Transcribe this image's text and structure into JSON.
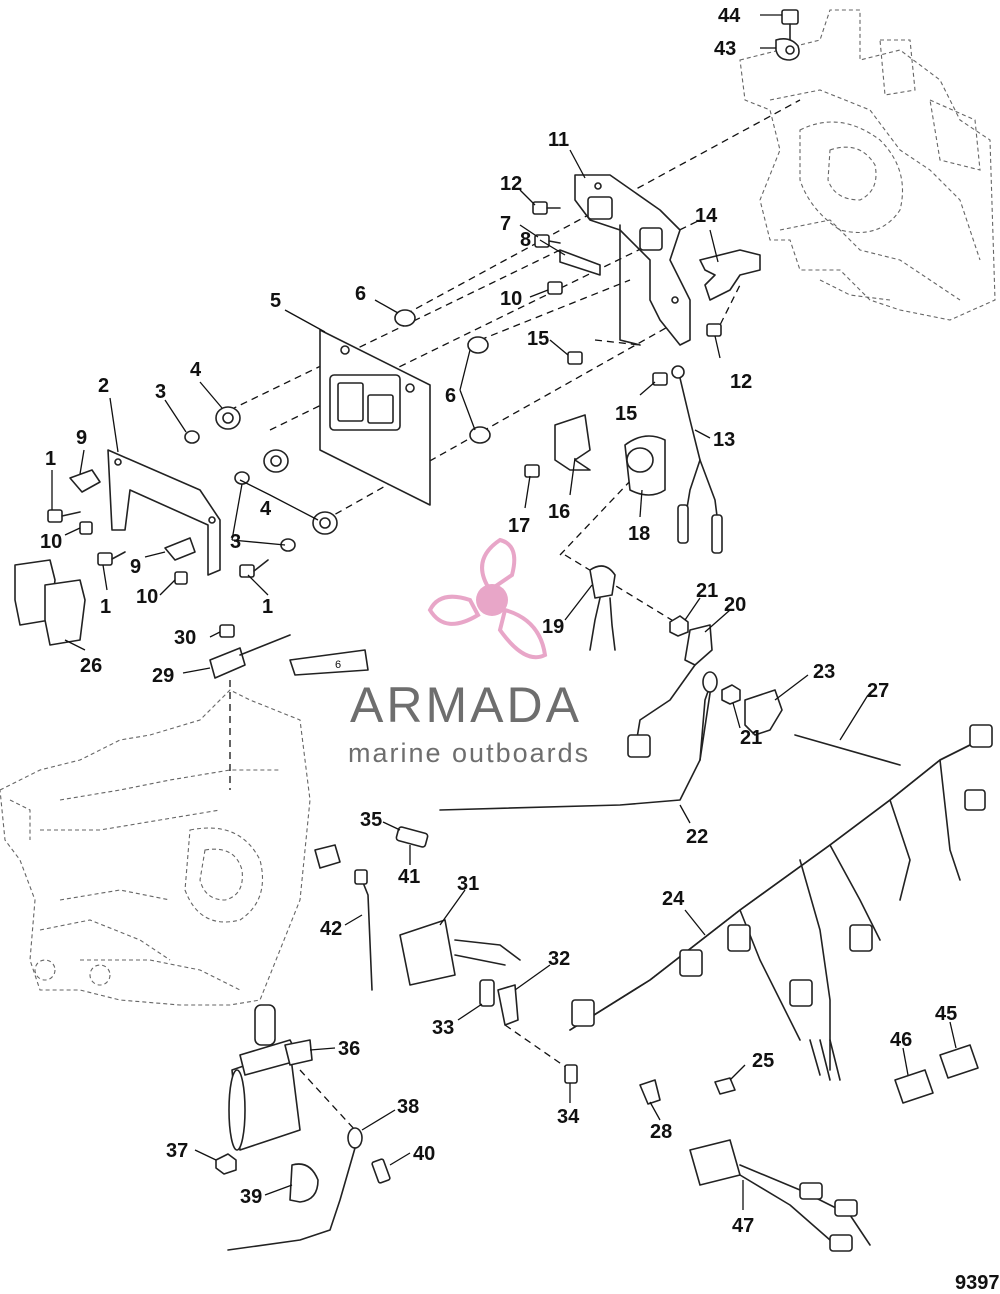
{
  "diagram": {
    "figure_number": "9397",
    "watermark": {
      "brand": "ARMADA",
      "tagline": "marine outboards",
      "accent": "#e8a6c8"
    },
    "callouts": [
      {
        "id": "c44",
        "label": "44"
      },
      {
        "id": "c43",
        "label": "43"
      },
      {
        "id": "c11",
        "label": "11"
      },
      {
        "id": "c12a",
        "label": "12"
      },
      {
        "id": "c14",
        "label": "14"
      },
      {
        "id": "c8",
        "label": "8"
      },
      {
        "id": "c7",
        "label": "7"
      },
      {
        "id": "c10a",
        "label": "10"
      },
      {
        "id": "c6a",
        "label": "6"
      },
      {
        "id": "c5",
        "label": "5"
      },
      {
        "id": "c15a",
        "label": "15"
      },
      {
        "id": "c12b",
        "label": "12"
      },
      {
        "id": "c15b",
        "label": "15"
      },
      {
        "id": "c13",
        "label": "13"
      },
      {
        "id": "c2",
        "label": "2"
      },
      {
        "id": "c3a",
        "label": "3"
      },
      {
        "id": "c4a",
        "label": "4"
      },
      {
        "id": "c6b",
        "label": "6"
      },
      {
        "id": "c9a",
        "label": "9"
      },
      {
        "id": "c1a",
        "label": "1"
      },
      {
        "id": "c10b",
        "label": "10"
      },
      {
        "id": "c4b",
        "label": "4"
      },
      {
        "id": "c3b",
        "label": "3"
      },
      {
        "id": "c16",
        "label": "16"
      },
      {
        "id": "c17",
        "label": "17"
      },
      {
        "id": "c18",
        "label": "18"
      },
      {
        "id": "c9b",
        "label": "9"
      },
      {
        "id": "c1b",
        "label": "1"
      },
      {
        "id": "c10c",
        "label": "10"
      },
      {
        "id": "c1c",
        "label": "1"
      },
      {
        "id": "c26",
        "label": "26"
      },
      {
        "id": "c21a",
        "label": "21"
      },
      {
        "id": "c20",
        "label": "20"
      },
      {
        "id": "c19",
        "label": "19"
      },
      {
        "id": "c30",
        "label": "30"
      },
      {
        "id": "c29",
        "label": "29"
      },
      {
        "id": "c23",
        "label": "23"
      },
      {
        "id": "c27",
        "label": "27"
      },
      {
        "id": "c21b",
        "label": "21"
      },
      {
        "id": "c22",
        "label": "22"
      },
      {
        "id": "c35",
        "label": "35"
      },
      {
        "id": "c41",
        "label": "41"
      },
      {
        "id": "c31",
        "label": "31"
      },
      {
        "id": "c24",
        "label": "24"
      },
      {
        "id": "c42",
        "label": "42"
      },
      {
        "id": "c32",
        "label": "32"
      },
      {
        "id": "c33",
        "label": "33"
      },
      {
        "id": "c45",
        "label": "45"
      },
      {
        "id": "c46",
        "label": "46"
      },
      {
        "id": "c36",
        "label": "36"
      },
      {
        "id": "c25",
        "label": "25"
      },
      {
        "id": "c34",
        "label": "34"
      },
      {
        "id": "c28",
        "label": "28"
      },
      {
        "id": "c38",
        "label": "38"
      },
      {
        "id": "c37",
        "label": "37"
      },
      {
        "id": "c40",
        "label": "40"
      },
      {
        "id": "c39",
        "label": "39"
      },
      {
        "id": "c47",
        "label": "47"
      }
    ]
  }
}
